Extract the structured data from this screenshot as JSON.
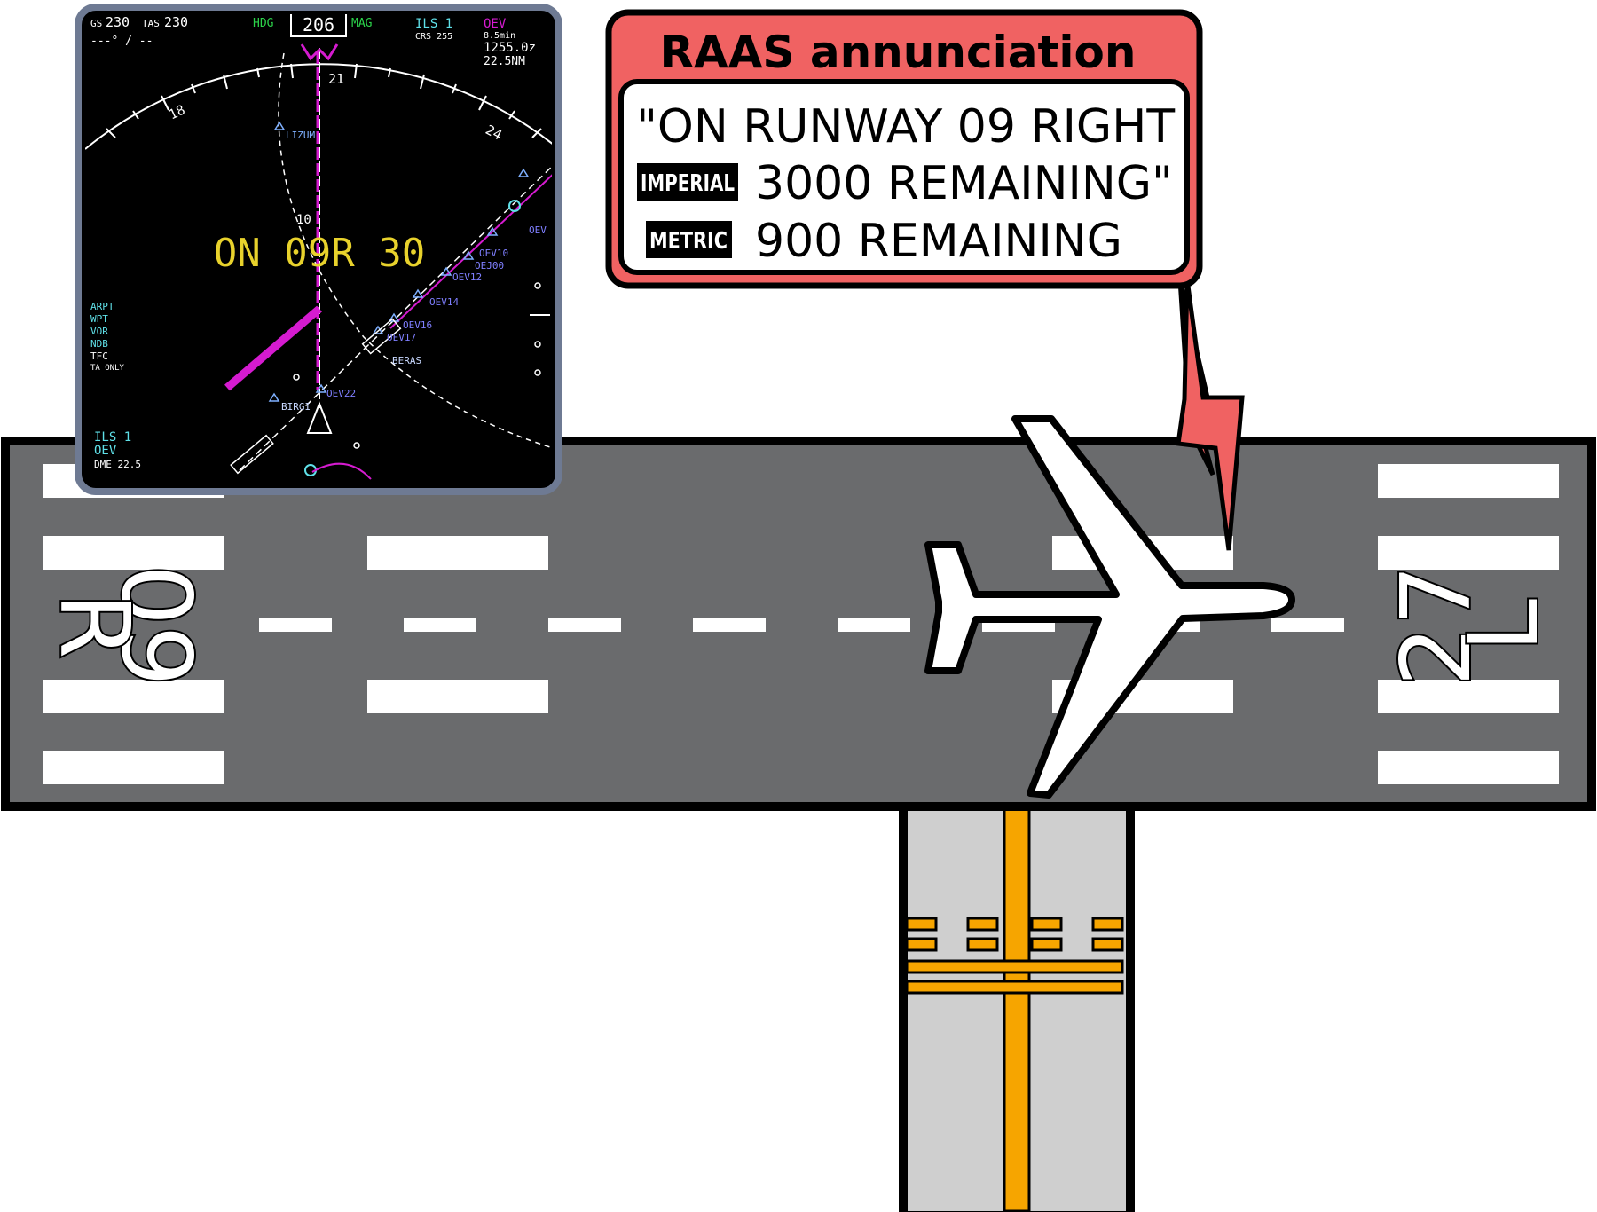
{
  "colors": {
    "runway": "#6a6b6d",
    "runway_outline": "#000000",
    "marking": "#ffffff",
    "taxiway": "#cfcfcf",
    "taxi_line": "#f6a500",
    "callout_fill": "#f06262",
    "callout_inner": "#ffffff",
    "nd_background": "#000000",
    "nd_frame": "#6e7a93",
    "nd_magenta": "#d51bd0",
    "nd_yellow": "#e8d22c",
    "nd_cyan": "#5fe0e8",
    "nd_green": "#2bd34a",
    "nd_blue": "#7f7fff"
  },
  "runway": {
    "left_designator": {
      "number": "09",
      "letter": "R"
    },
    "right_designator": {
      "number": "27",
      "letter": "L"
    }
  },
  "callout": {
    "title": "RAAS annunciation",
    "line1": "\"ON RUNWAY 09 RIGHT",
    "imperial_badge": "IMPERIAL",
    "imperial_text": "3000 REMAINING\"",
    "metric_badge": "METRIC",
    "metric_text": "900 REMAINING"
  },
  "nav_display": {
    "gs_label": "GS",
    "gs_value": "230",
    "tas_label": "TAS",
    "tas_value": "230",
    "wind": "---° / --",
    "hdg_label": "HDG",
    "hdg_value": "206",
    "mag_label": "MAG",
    "ils_label": "ILS 1",
    "crs": "CRS 255",
    "waypoint_name": "OEV",
    "waypoint_time": "8.5min",
    "waypoint_utc": "1255.0z",
    "waypoint_dist": "22.5NM",
    "compass_labels": [
      "18",
      "21",
      "24"
    ],
    "range_ring_label": "10",
    "annunciation": "ON 09R 30",
    "map_labels": [
      "LIZUM",
      "OEV10",
      "OEJ00",
      "OEV12",
      "OEV14",
      "OEV16",
      "OEV17",
      "BERAS",
      "OEV22",
      "BIRGI",
      "OEV"
    ],
    "legend": [
      "ARPT",
      "WPT",
      "VOR",
      "NDB",
      "TFC",
      "TA ONLY"
    ],
    "nav_source": "ILS 1",
    "nav_ident": "OEV",
    "nav_dme": "DME 22.5"
  }
}
